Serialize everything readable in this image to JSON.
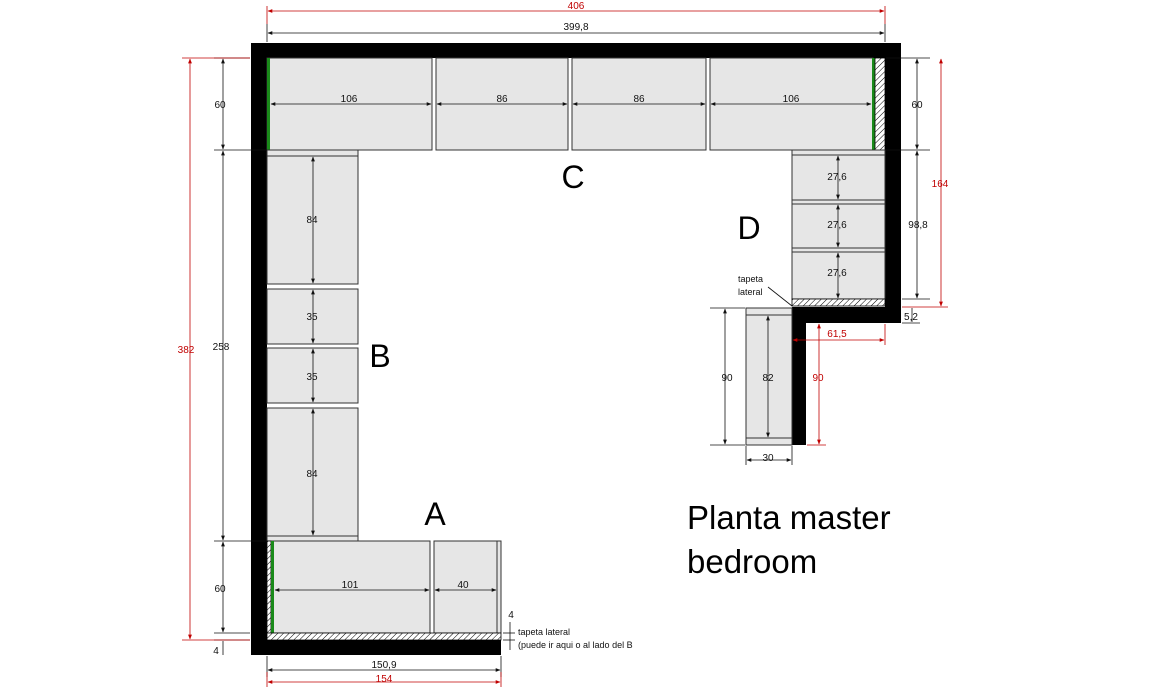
{
  "title": {
    "line1": "Planta master",
    "line2": "bedroom"
  },
  "sections": {
    "A": "A",
    "B": "B",
    "C": "C",
    "D": "D"
  },
  "dims": {
    "total_width": "406",
    "inner_width": "399,8",
    "c_module_1": "106",
    "c_module_2": "86",
    "c_module_3": "86",
    "c_module_4": "106",
    "depth_c_left": "60",
    "depth_c_right": "60",
    "total_height": "382",
    "b_length": "258",
    "b_1": "84",
    "b_2": "35",
    "b_3": "35",
    "b_4": "84",
    "a_depth": "60",
    "a_bottom": "4",
    "a_1": "101",
    "a_2": "40",
    "a_inner_width": "150,9",
    "a_total_width": "154",
    "a_side_gap": "4",
    "d_1": "27,6",
    "d_2": "27,6",
    "d_3": "27,6",
    "d_height": "98,8",
    "d_total_height": "164",
    "d_gap": "5,2",
    "d_offset": "61,5",
    "d_return": "90",
    "e_height": "90",
    "e_inner": "82",
    "e_depth": "30"
  },
  "notes": {
    "tapeta_d_1": "tapeta",
    "tapeta_d_2": "lateral",
    "tapeta_a_1": "tapeta lateral",
    "tapeta_a_2": "(puede ir aqui o al lado del B"
  },
  "colors": {
    "wall": "#000000",
    "cabinet": "#e6e6e6",
    "red_dim": "#c00000",
    "green_panel": "#1a8a1a"
  }
}
